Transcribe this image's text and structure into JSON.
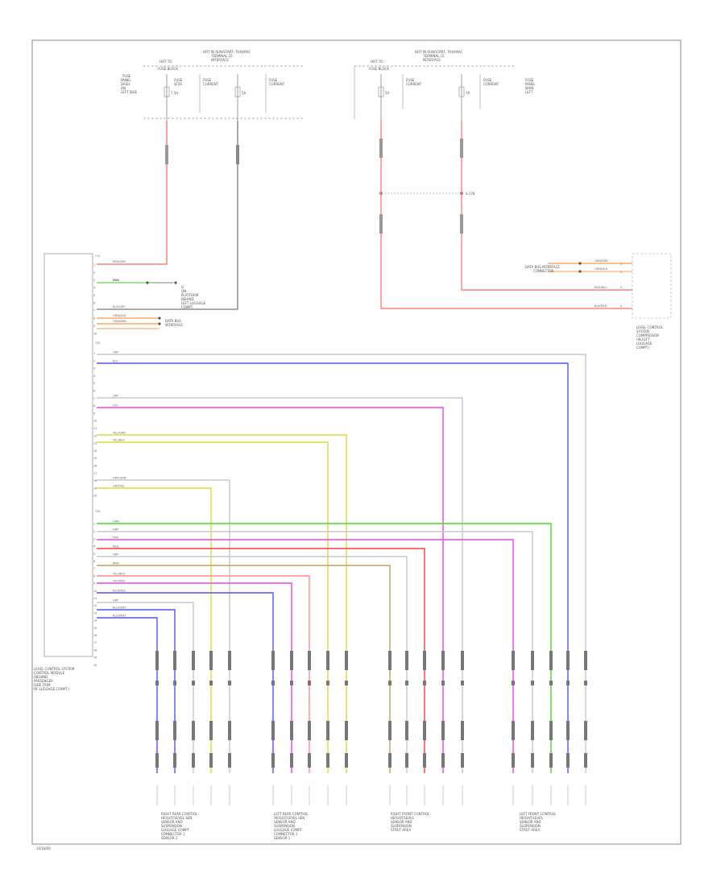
{
  "top_left": {
    "header": [
      "HOT IN RUN/START, TAXI/MAC",
      "TERMINAL 15",
      "INTERFACE"
    ],
    "hot_label": [
      "HOT TO"
    ],
    "sub_label": "FUSE BLOCK",
    "fuse_panel_label": [
      "FUSE",
      "PANEL",
      "DASH",
      "ON",
      "LEFT SIDE"
    ],
    "fuse1": [
      "FUSE",
      "SF26"
    ],
    "fuse2": [
      "FUSE",
      "CURRENT"
    ],
    "fuse3": [
      "FUSE",
      "CURRENT"
    ],
    "amp1": "7.5A",
    "amp2": "5A"
  },
  "top_right": {
    "header": [
      "HOT IN RUN/START, TAXI/MAC",
      "TERMINAL 15",
      "INTERFACE"
    ],
    "hot_label": [
      "HOT TO"
    ],
    "sub_label": "FUSE BLOCK",
    "fuse1": [
      "FUSE",
      "CURRENT"
    ],
    "fuse2": [
      "FUSE",
      "CURRENT"
    ],
    "fuse_panel_label": [
      "FUSE",
      "PANEL",
      "MAIN",
      "LEFT"
    ],
    "amp1": "5A",
    "amp2": "7A",
    "splice": "S 178"
  },
  "module": {
    "label": [
      "LEVEL CONTROL SYSTEM",
      "CONTROL MODULE",
      "(BEHIND",
      "PASSENGER",
      "SIDE TRIM",
      "OF LUGGAGE COMPT.)"
    ],
    "pins_a": [
      "1",
      "2",
      "3",
      "4",
      "5",
      "6",
      "7",
      "8",
      "9",
      "10"
    ],
    "pins_b": [
      "1",
      "2",
      "3",
      "4",
      "5",
      "6",
      "7",
      "8",
      "9",
      "10",
      "11",
      "12",
      "13",
      "14",
      "15",
      "16",
      "17",
      "18",
      "19",
      "20"
    ],
    "pins_c": [
      "1",
      "2",
      "3",
      "4",
      "5",
      "6",
      "7",
      "8",
      "9",
      "10",
      "11",
      "12",
      "13",
      "14",
      "15",
      "16",
      "17",
      "18",
      "19",
      "20"
    ],
    "conn_a": "T10",
    "conn_b": "T20",
    "conn_c": "T20"
  },
  "left_callouts": {
    "grn": "GRN",
    "ground_label": [
      "G",
      "ON",
      "PLATFORM",
      "BEHIND",
      "LEFT LUGGAGE",
      "COMPT."
    ],
    "data_bus": [
      "DATA BUS",
      "INTERFACE"
    ]
  },
  "right_box": {
    "label": [
      "LEVEL CONTROL",
      "SYSTEM",
      "COMPRESSOR",
      "(IN LEFT",
      "LUGGAGE",
      "COMPT.)"
    ],
    "data_bus": [
      "DATA BUS INTERFACE",
      "CONNECTOR"
    ],
    "pins": [
      "1",
      "2",
      "3",
      "4"
    ]
  },
  "wires": {
    "w1": "RED/GRY",
    "w2": "BRN",
    "w3": "BLK/GRY",
    "w4": "ORN/BLK",
    "w5": "ORN/BRN",
    "w6": "GRY",
    "w7": "BLU",
    "w8": "GRY",
    "w9": "VIO",
    "w10": "YEL/GRN",
    "w11": "YEL/BLK",
    "w12": "GRY/GRN",
    "w13": "GRY/YEL",
    "w14": "GRN",
    "w15": "GRY",
    "w16": "PNK",
    "w17": "RED",
    "w18": "GRY",
    "w19": "BRN",
    "w20": "YEL/RED",
    "w21": "VIO/RED",
    "w22": "BLU/RED",
    "w23": "GRY",
    "w24": "BLU/WHT",
    "w25": "BLU/WHT",
    "r1": "ORN/BRN",
    "r2": "ORN/BLK",
    "r3": "RED/BLU",
    "r4": "BLK/RED"
  },
  "sensors": [
    {
      "name": [
        "RIGHT REAR CONTROL",
        "HEIGHT/LEVEL SEN",
        "SENSOR AND",
        "SUSPENSION",
        "LUGGAGE COMPT.",
        "CONNECTOR 1",
        "SENSOR 1"
      ]
    },
    {
      "name": [
        "LEFT REAR CONTROL",
        "HEIGHT/LEVEL SEN",
        "SENSOR AND",
        "SUSPENSION",
        "LUGGAGE COMPT.",
        "CONNECTOR 1",
        "SENSOR 1"
      ]
    },
    {
      "name": [
        "RIGHT FRONT CONTROL",
        "HEIGHT/LEVEL",
        "SENSOR AND",
        "SUSPENSION",
        "STRUT AREA"
      ]
    },
    {
      "name": [
        "LEFT FRONT CONTROL",
        "HEIGHT/LEVEL",
        "SENSOR AND",
        "SUSPENSION",
        "STRUT AREA"
      ]
    }
  ],
  "footer": "10/18/00",
  "colors": {
    "red": "#ff3b3b",
    "pink": "#ff8a8a",
    "blue": "#5555ee",
    "violet": "#ee44ee",
    "yellow": "#dddd33",
    "green": "#44dd22",
    "brown": "#c8a060",
    "orange": "#ff9944",
    "gray": "#c8c8c8",
    "black": "#333333"
  }
}
